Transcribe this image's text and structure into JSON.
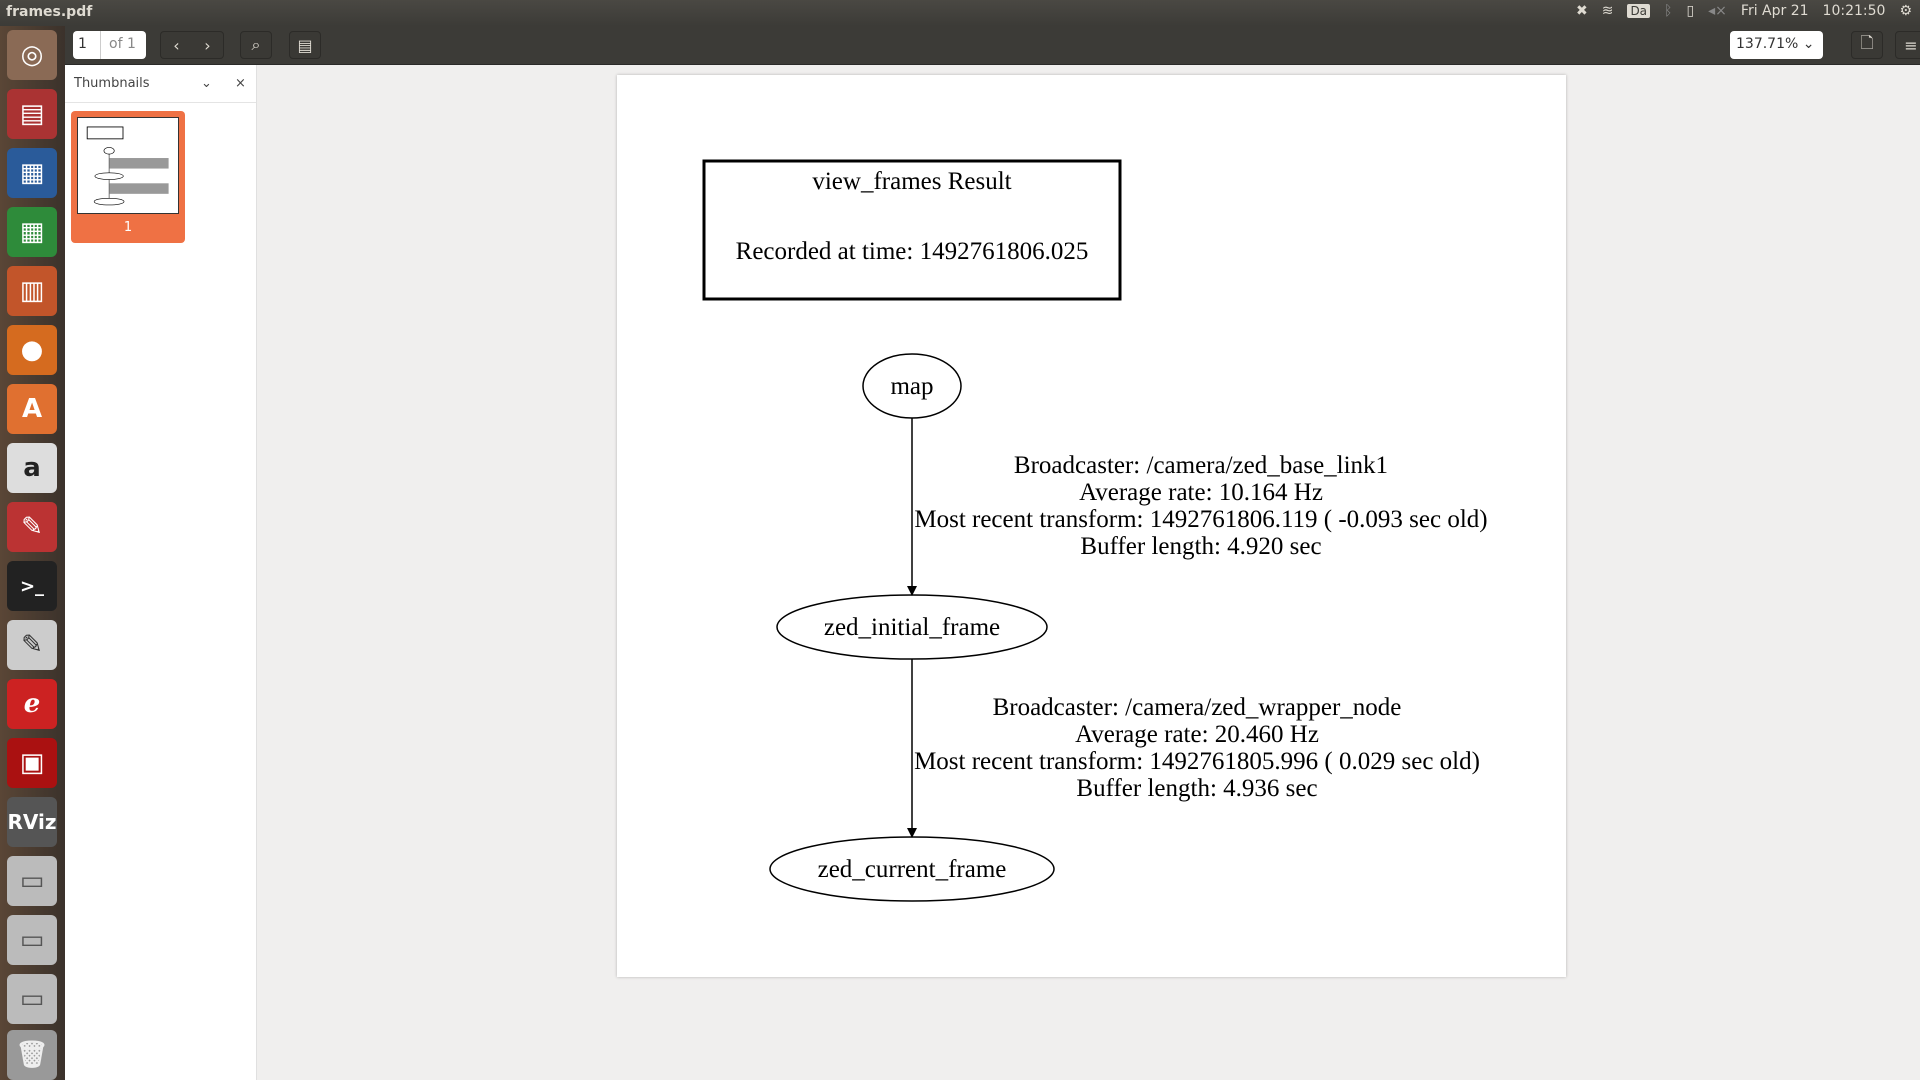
{
  "window": {
    "title": "frames.pdf"
  },
  "tray": {
    "indicator": "Da",
    "date": "Fri Apr 21",
    "time": "10:21:50"
  },
  "toolbar": {
    "page_current": "1",
    "page_total": "of 1",
    "zoom": "137.71%"
  },
  "sidebar": {
    "title": "Thumbnails",
    "thumbnail_label": "1"
  },
  "document": {
    "header_title": "view_frames Result",
    "header_time": "Recorded at time: 1492761806.025",
    "nodes": [
      "map",
      "zed_initial_frame",
      "zed_current_frame"
    ],
    "edges": [
      {
        "lines": [
          "Broadcaster: /camera/zed_base_link1",
          "Average rate: 10.164 Hz",
          "Most recent transform: 1492761806.119 ( -0.093 sec old)",
          "Buffer length: 4.920 sec"
        ]
      },
      {
        "lines": [
          "Broadcaster: /camera/zed_wrapper_node",
          "Average rate: 20.460 Hz",
          "Most recent transform: 1492761805.996 ( 0.029 sec old)",
          "Buffer length: 4.936 sec"
        ]
      }
    ]
  }
}
